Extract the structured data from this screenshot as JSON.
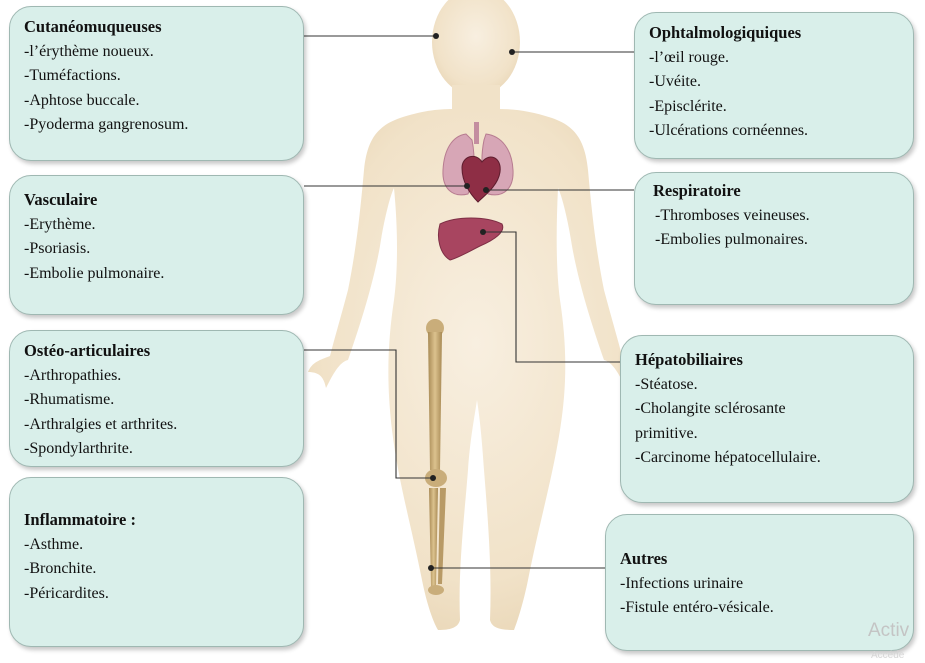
{
  "boxes": {
    "cutaneo": {
      "title": "Cutanéomuqueuses",
      "items": [
        "-l’érythème noueux.",
        "-Tuméfactions.",
        "-Aphtose buccale.",
        "-Pyoderma gangrenosum."
      ]
    },
    "vasculaire": {
      "title": "Vasculaire",
      "items": [
        "-Erythème.",
        "-Psoriasis.",
        "-Embolie pulmonaire."
      ]
    },
    "osteo": {
      "title": "Ostéo-articulaires",
      "items": [
        "-Arthropathies.",
        "-Rhumatisme.",
        "-Arthralgies et arthrites.",
        "-Spondylarthrite."
      ]
    },
    "inflammatoire": {
      "title": "Inflammatoire :",
      "items": [
        "-Asthme.",
        "-Bronchite.",
        "-Péricardites."
      ]
    },
    "ophtalmo": {
      "title": "Ophtalmologiquiques",
      "items": [
        "-l’œil rouge.",
        "-Uvéite.",
        "-Episclérite.",
        "-Ulcérations cornéennes."
      ]
    },
    "respiratoire": {
      "title": "Respiratoire",
      "items": [
        "-Thromboses veineuses.",
        "-Embolies pulmonaires."
      ]
    },
    "hepato": {
      "title": "Hépatobiliaires",
      "items": [
        "-Stéatose.",
        "-Cholangite sclérosante primitive.",
        "-Carcinome hépatocellulaire."
      ]
    },
    "autres": {
      "title": "Autres",
      "items": [
        "-Infections urinaire",
        "-Fistule entéro-vésicale."
      ]
    }
  },
  "watermark": {
    "line1": "Activ",
    "line2": "Accéde"
  },
  "colors": {
    "box_fill": "#d9efea",
    "body_skin": "#f3e6d0",
    "organ": "#b0506a",
    "bone": "#c9ad7a",
    "connector": "#333333"
  }
}
